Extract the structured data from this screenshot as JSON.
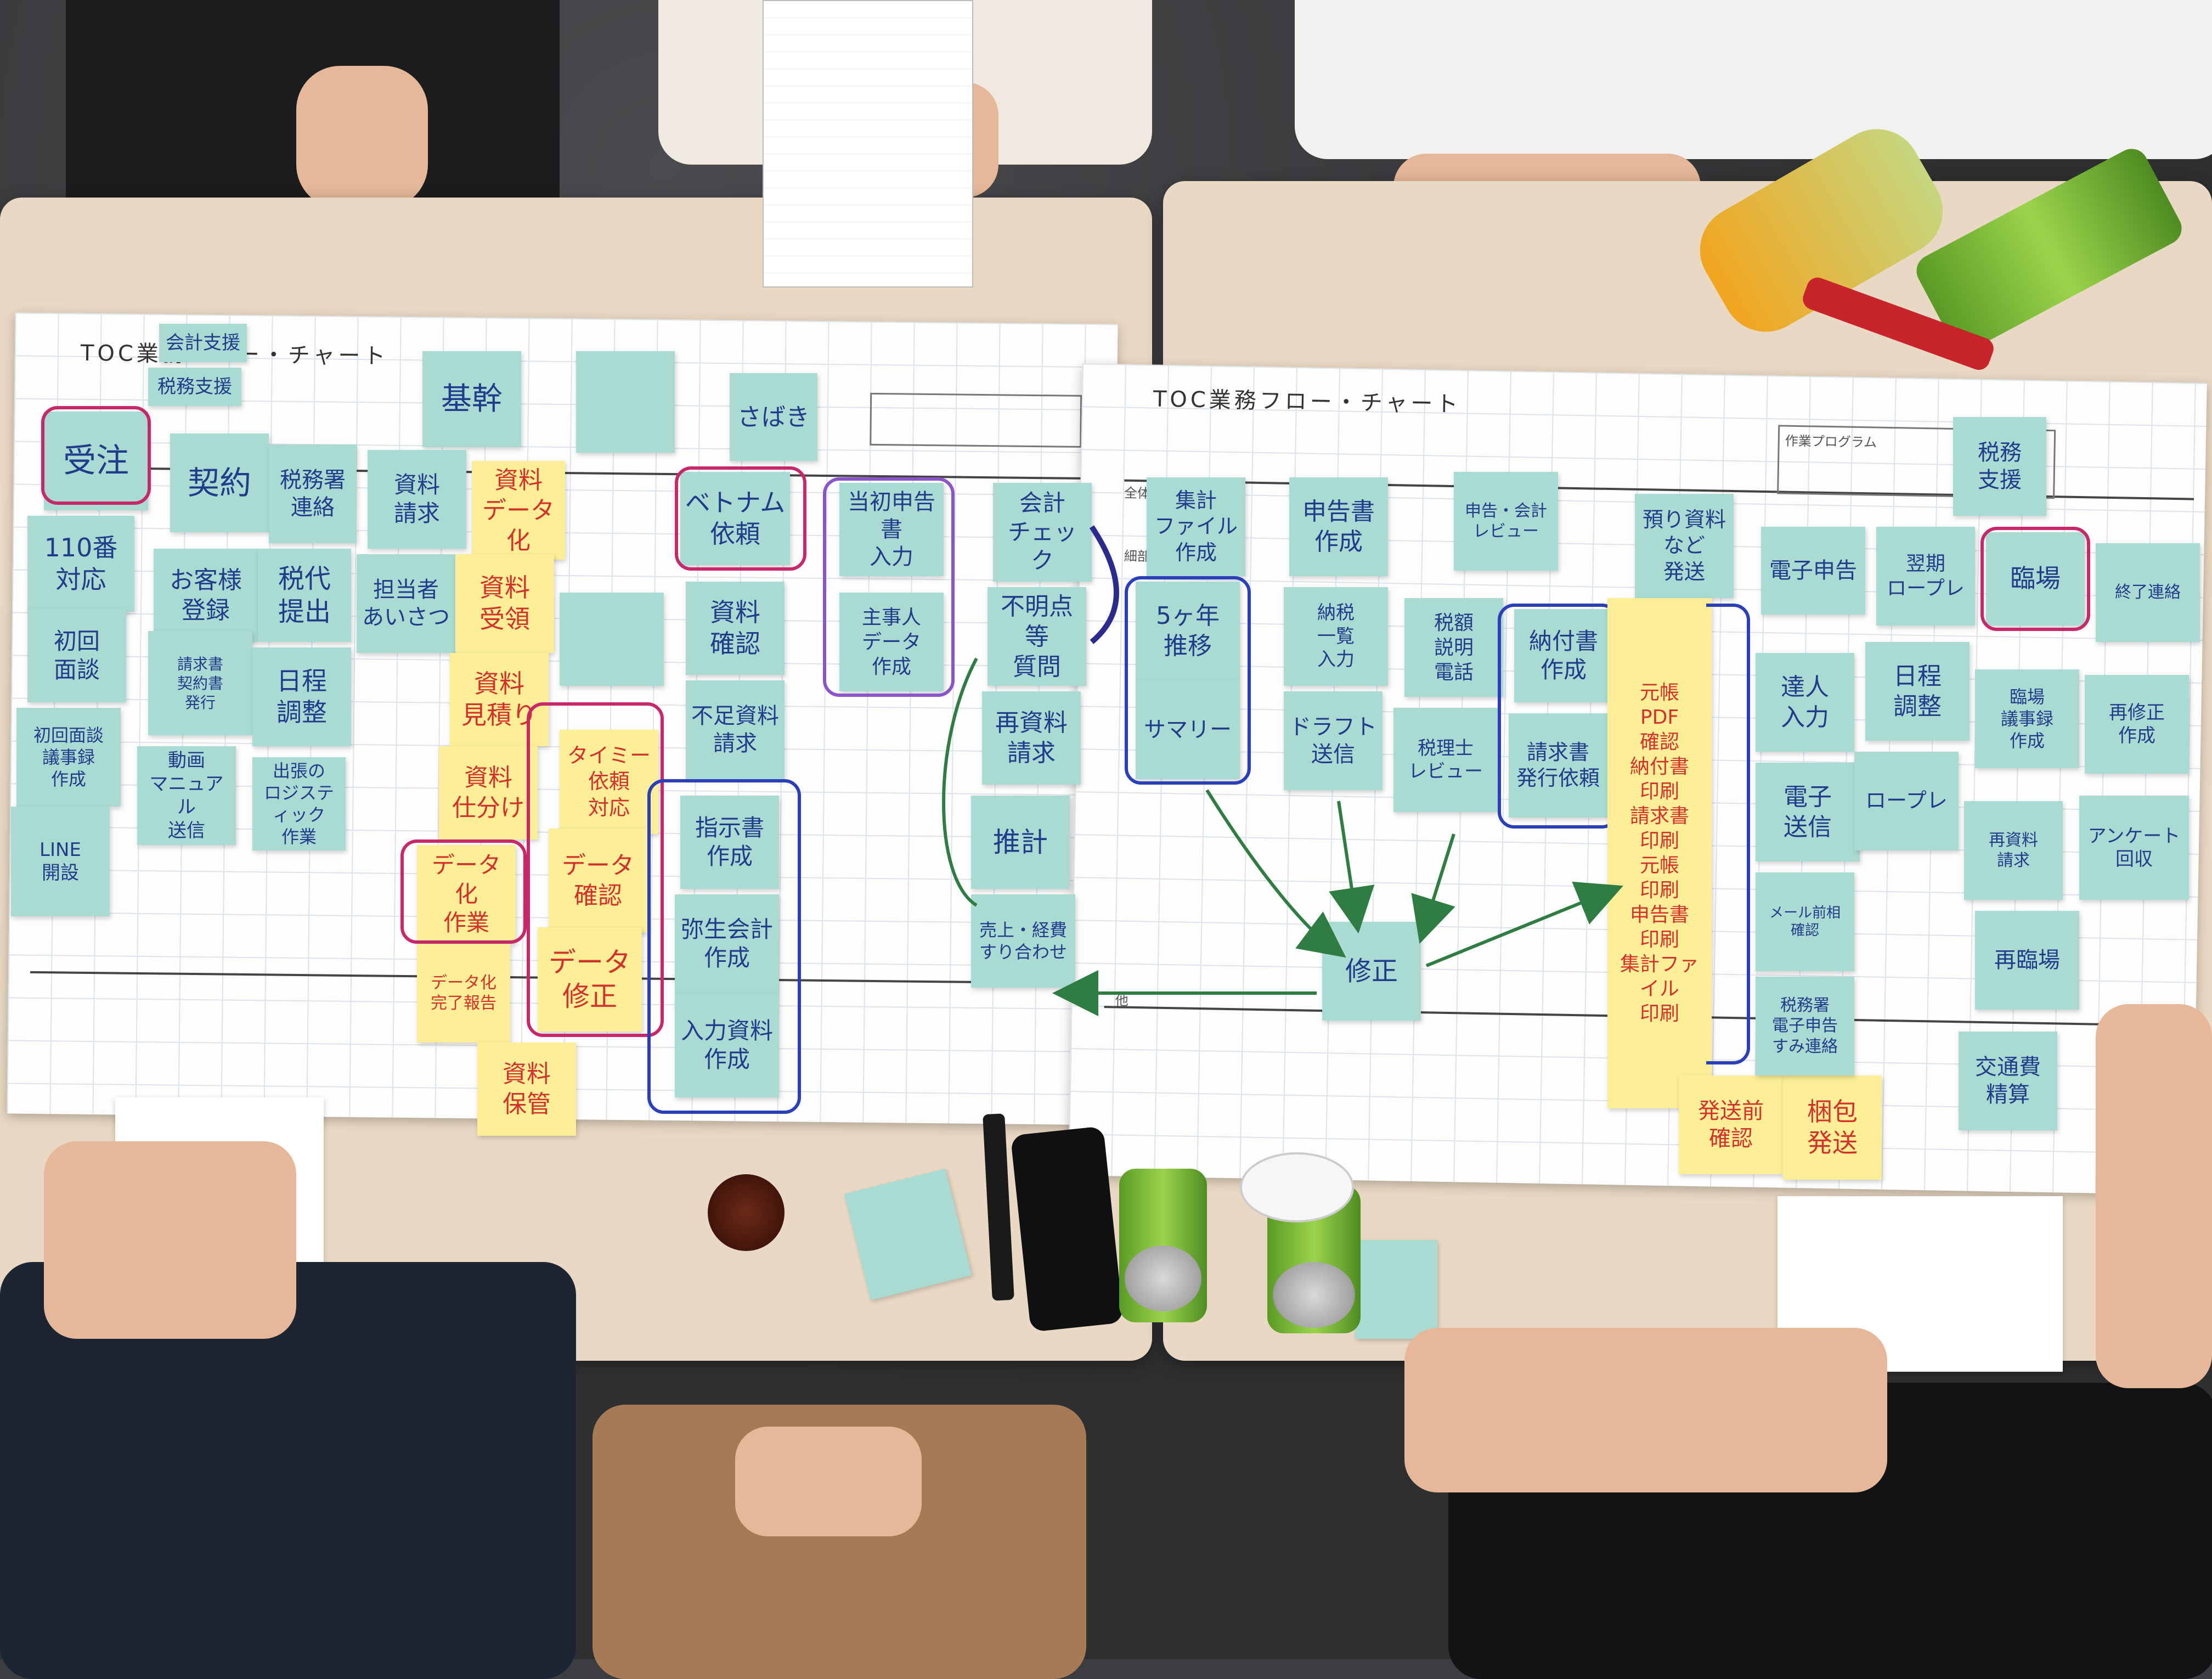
{
  "left_chart": {
    "title": "TOC業務フロー・チャート",
    "header_notes": [
      {
        "text": "会計支援",
        "color": "blue"
      },
      {
        "text": "税務支援",
        "color": "blue"
      },
      {
        "text": "基幹",
        "color": "blue"
      },
      {
        "text": "さばき",
        "color": "blue"
      }
    ],
    "notes": [
      {
        "text": "受注"
      },
      {
        "text": "110番\n対応"
      },
      {
        "text": "初回\n面談"
      },
      {
        "text": "初回面談\n議事録\n作成"
      },
      {
        "text": "LINE\n開設"
      },
      {
        "text": "契約"
      },
      {
        "text": "お客様\n登録"
      },
      {
        "text": "請求書\n契約書\n発行"
      },
      {
        "text": "動画\nマニュアル\n送信"
      },
      {
        "text": "税務署\n連絡"
      },
      {
        "text": "税代\n提出"
      },
      {
        "text": "日程\n調整"
      },
      {
        "text": "出張の\nロジスティック\n作業"
      },
      {
        "text": "資料\n請求"
      },
      {
        "text": "担当者\nあいさつ"
      },
      {
        "text": "ベトナム\n依頼"
      },
      {
        "text": "資料\n確認"
      },
      {
        "text": "不足資料\n請求"
      },
      {
        "text": "指示書\n作成"
      },
      {
        "text": "弥生会計\n作成"
      },
      {
        "text": "入力資料\n作成"
      },
      {
        "text": "当初申告書\n入力"
      },
      {
        "text": "主事人\nデータ\n作成"
      },
      {
        "text": "会計\nチェック"
      },
      {
        "text": "不明点等\n質問"
      },
      {
        "text": "再資料\n請求"
      },
      {
        "text": "推計"
      },
      {
        "text": "売上・経費\nすり合わせ"
      }
    ],
    "yellow_notes": [
      {
        "text": "資料\nデータ化"
      },
      {
        "text": "資料\n受領"
      },
      {
        "text": "資料\n見積り"
      },
      {
        "text": "資料\n仕分け"
      },
      {
        "text": "データ化\n作業"
      },
      {
        "text": "データ化\n完了報告"
      },
      {
        "text": "タイミー\n依頼\n対応"
      },
      {
        "text": "データ\n確認"
      },
      {
        "text": "データ\n修正"
      },
      {
        "text": "資料\n保管"
      }
    ]
  },
  "right_chart": {
    "title": "TOC業務フロー・チャート",
    "program_label": "作業プログラム",
    "side_labels": {
      "top": "全体",
      "mid": "細部",
      "bottom": "他"
    },
    "notes": [
      {
        "text": "集計\nファイル\n作成"
      },
      {
        "text": "5ヶ年\n推移"
      },
      {
        "text": "サマリー"
      },
      {
        "text": "申告書\n作成"
      },
      {
        "text": "納税\n一覧\n入力"
      },
      {
        "text": "ドラフト\n送信"
      },
      {
        "text": "申告・会計\nレビュー"
      },
      {
        "text": "税額\n説明\n電話"
      },
      {
        "text": "税理士\nレビュー"
      },
      {
        "text": "納付書\n作成"
      },
      {
        "text": "請求書\n発行依頼"
      },
      {
        "text": "修正"
      },
      {
        "text": "電子申告"
      },
      {
        "text": "達人\n入力"
      },
      {
        "text": "電子\n送信"
      },
      {
        "text": "メール前相\n確認"
      },
      {
        "text": "税務署\n電子申告\nすみ連絡"
      },
      {
        "text": "翌期\nロープレ"
      },
      {
        "text": "日程\n調整"
      },
      {
        "text": "ロープレ"
      },
      {
        "text": "税務\n支援"
      },
      {
        "text": "臨場"
      },
      {
        "text": "終了連絡"
      },
      {
        "text": "臨場\n議事録\n作成"
      },
      {
        "text": "再修正\n作成"
      },
      {
        "text": "再資料\n請求"
      },
      {
        "text": "アンケート\n回収"
      },
      {
        "text": "再臨場"
      },
      {
        "text": "交通費\n精算"
      }
    ],
    "yellow_notes": [
      {
        "text": "預り資料\nなど\n発送"
      },
      {
        "text": "元帳\nPDF\n確認\n納付書\n印刷\n請求書\n印刷\n元帳\n印刷\n申告書\n印刷\n集計ファイル\n印刷"
      },
      {
        "text": "発送前\n確認"
      },
      {
        "text": "梱包\n発送"
      }
    ]
  }
}
